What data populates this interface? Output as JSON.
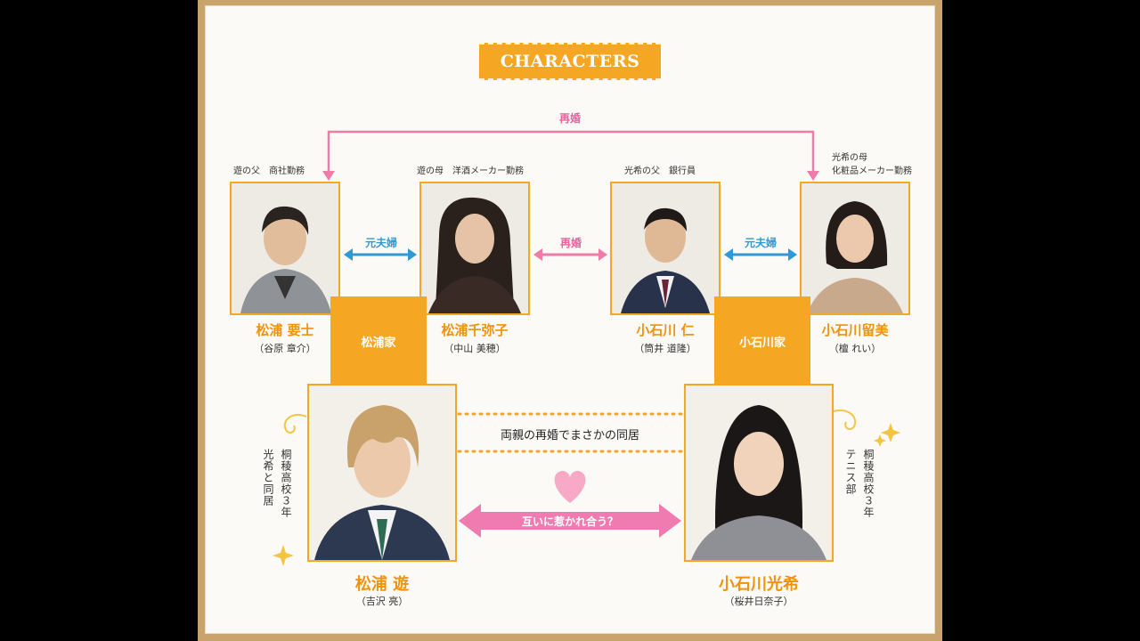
{
  "title": "CHARACTERS",
  "links": {
    "top_remarriage": "再婚",
    "left_exspouse": "元夫婦",
    "middle_remarriage": "再婚",
    "right_exspouse": "元夫婦"
  },
  "parents": [
    {
      "role": "遊の父　商社勤務",
      "name": "松浦 要士",
      "actor": "（谷原 章介）"
    },
    {
      "role": "遊の母　洋酒メーカー勤務",
      "name": "松浦千弥子",
      "actor": "（中山 美穂）"
    },
    {
      "role": "光希の父　銀行員",
      "name": "小石川 仁",
      "actor": "（筒井 道隆）"
    },
    {
      "role_line1": "光希の母",
      "role_line2": "化粧品メーカー勤務",
      "name": "小石川留美",
      "actor": "（檀 れい）"
    }
  ],
  "families": {
    "left": "松浦家",
    "right": "小石川家"
  },
  "children": [
    {
      "name": "松浦 遊",
      "actor": "（吉沢 亮）",
      "desc_col1": "桐稜高校３年",
      "desc_col2": "光希と同居"
    },
    {
      "name": "小石川光希",
      "actor": "（桜井日奈子）",
      "desc_col1": "桐稜高校３年",
      "desc_col2": "テニス部"
    }
  ],
  "center": {
    "cohabit": "両親の再婚でまさかの同居",
    "attraction": "互いに惹かれ合う？"
  },
  "colors": {
    "accent_orange": "#f5a623",
    "pink": "#e8639b",
    "blue": "#2c9ad6"
  }
}
